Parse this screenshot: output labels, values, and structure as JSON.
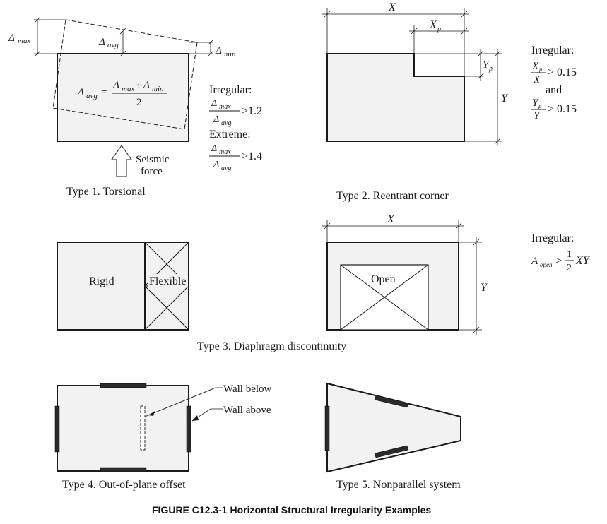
{
  "panels": {
    "type1": {
      "caption": "Type 1. Torsional",
      "delta_max": "Δ",
      "delta_max_sub": "max",
      "delta_avg": "Δ",
      "delta_avg_sub": "avg",
      "delta_min": "Δ",
      "delta_min_sub": "min",
      "formula_lhs_sub": "avg",
      "formula_num_a_sub": "max",
      "formula_num_b_sub": "min",
      "formula_den": "2",
      "seismic_line1": "Seismic",
      "seismic_line2": "force",
      "irregular_label": "Irregular:",
      "irregular_value": ">1.2",
      "extreme_label": "Extreme:",
      "extreme_value": ">1.4"
    },
    "type2": {
      "caption": "Type 2. Reentrant corner",
      "x_label": "X",
      "xp_label": "X",
      "xp_sub": "p",
      "yp_label": "Y",
      "yp_sub": "p",
      "y_label": "Y",
      "irregular_label": "Irregular:",
      "ratio1_value": "> 0.15",
      "and_label": "and",
      "ratio2_value": "> 0.15"
    },
    "type3": {
      "caption": "Type 3. Diaphragm discontinuity",
      "rigid_label": "Rigid",
      "flexible_label": "Flexible",
      "open_label": "Open",
      "x_label": "X",
      "y_label": "Y",
      "irregular_label": "Irregular:",
      "a_open": "A",
      "a_open_sub": "open",
      "gt": ">",
      "half_num": "1",
      "half_den": "2",
      "xy": "XY"
    },
    "type4": {
      "caption": "Type 4. Out-of-plane offset",
      "wall_below": "Wall below",
      "wall_above": "Wall above"
    },
    "type5": {
      "caption": "Type 5. Nonparallel system"
    }
  },
  "figure_caption": "FIGURE C12.3-1 Horizontal Structural Irregularity Examples"
}
